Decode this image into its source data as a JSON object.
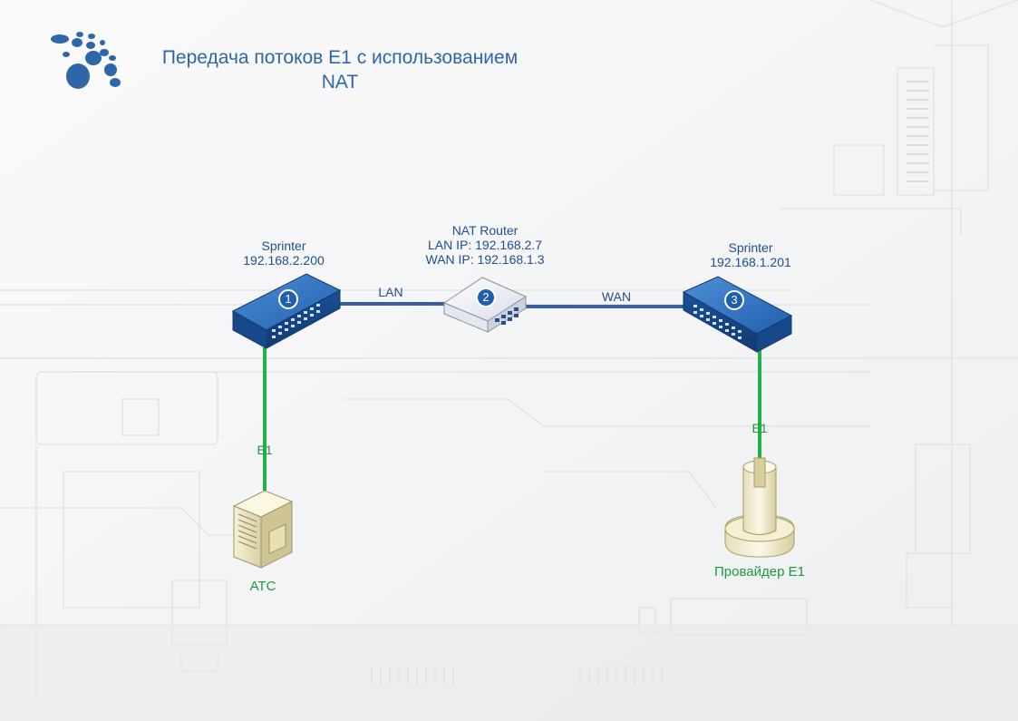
{
  "header": {
    "title_line1": "Передача потоков E1 с использованием",
    "title_line2": "NAT"
  },
  "devices": [
    {
      "id": "sprinter-1",
      "badge": "1",
      "name": "Sprinter",
      "ip": "192.168.2.200"
    },
    {
      "id": "nat-router",
      "badge": "2",
      "name": "NAT Router",
      "lan_ip": "LAN IP: 192.168.2.7",
      "wan_ip": "WAN IP: 192.168.1.3"
    },
    {
      "id": "sprinter-3",
      "badge": "3",
      "name": "Sprinter",
      "ip": "192.168.1.201"
    }
  ],
  "links": {
    "lan": "LAN",
    "wan": "WAN",
    "e1_left": "E1",
    "e1_right": "E1"
  },
  "endpoints": {
    "pbx": "АТС",
    "provider": "Провайдер E1"
  },
  "colors": {
    "title": "#2f66a8",
    "network_line": "#3a5f9e",
    "e1_line": "#22b04b",
    "device_blue": "#1f5fae",
    "label_text": "#1f4f8f",
    "e1_label": "#1c9a3c"
  }
}
